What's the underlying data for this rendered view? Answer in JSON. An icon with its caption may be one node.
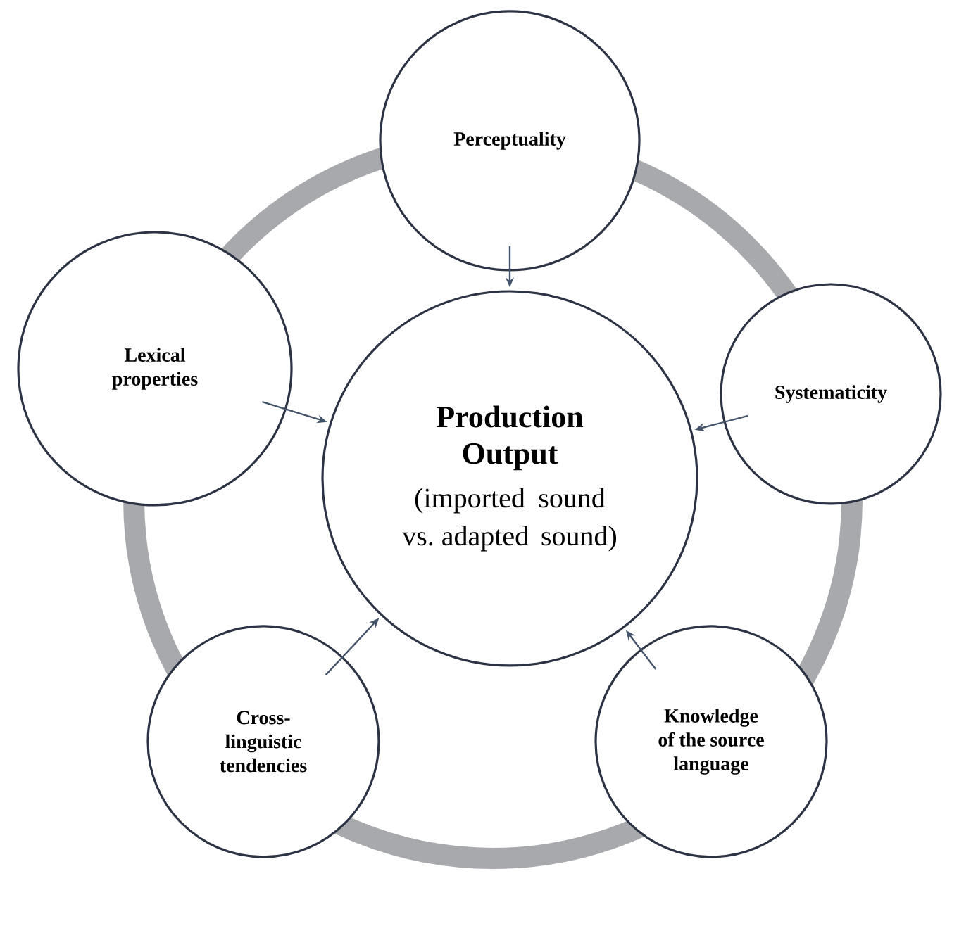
{
  "diagram": {
    "nodes": [
      {
        "text": [
          "Production Output",
          "(imported sound vs. adapted sound)"
        ]
      },
      {
        "text": [
          "Perceptuality"
        ]
      },
      {
        "text": [
          "Systematicity"
        ]
      },
      {
        "text": [
          "Knowledge of the source language"
        ]
      },
      {
        "text": [
          "Cross-linguistic tendencies"
        ]
      },
      {
        "text": [
          "Lexical properties"
        ]
      }
    ],
    "edges": [
      {
        "from": 1,
        "to": 0,
        "arrow": "to"
      },
      {
        "from": 2,
        "to": 0,
        "arrow": "to"
      },
      {
        "from": 3,
        "to": 0,
        "arrow": "to"
      },
      {
        "from": 4,
        "to": 0,
        "arrow": "to"
      },
      {
        "from": 5,
        "to": 0,
        "arrow": "to"
      }
    ]
  }
}
